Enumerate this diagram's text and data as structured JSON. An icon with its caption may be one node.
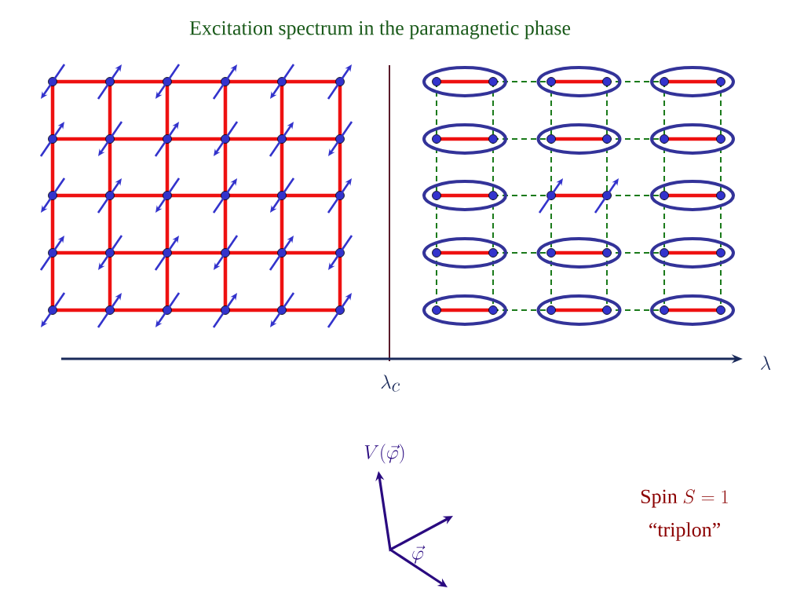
{
  "diagram": {
    "title": "Excitation spectrum in the paramagnetic phase",
    "labels": [
      "\\lambda",
      "\\lambda_c",
      "V(\\vec{\\varphi})",
      "\\vec{\\varphi}",
      "\\mathrm{Spin}\\ S=1",
      "\\text{``triplon''}"
    ]
  }
}
